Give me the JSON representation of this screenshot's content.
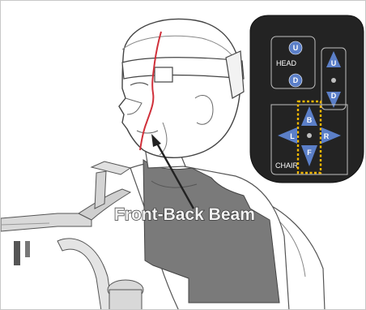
{
  "callout": {
    "label": "Front-Back Beam"
  },
  "panel": {
    "head_label": "HEAD",
    "chair_label": "CHAIR",
    "head_up": "U",
    "head_down": "D",
    "right_up": "U",
    "right_down": "D",
    "back": "B",
    "front": "F",
    "left": "L",
    "right": "R"
  },
  "colors": {
    "beam": "#d0303a",
    "highlight": "#f5b800",
    "button": "#5b7fc8",
    "panel": "#232323"
  }
}
